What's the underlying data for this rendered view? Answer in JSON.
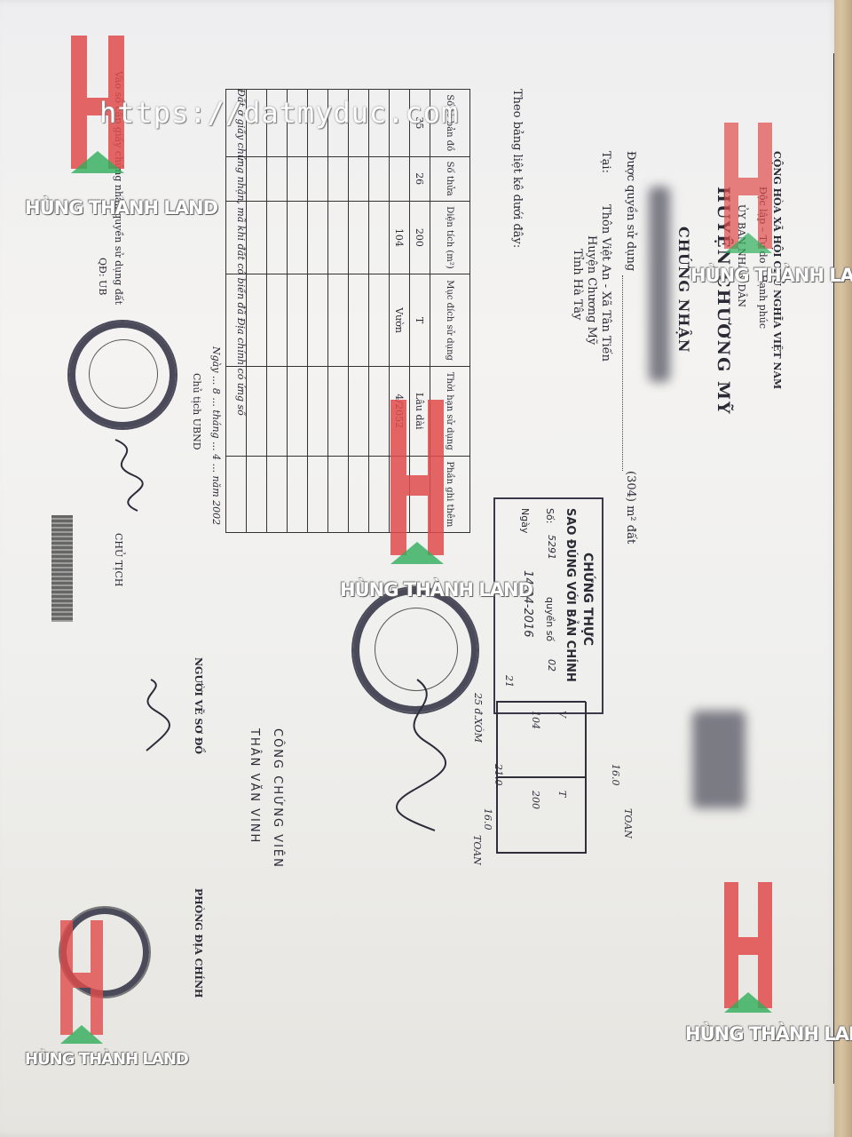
{
  "watermark": {
    "url": "https://datmyduc.com",
    "brand": "HÙNG THÀNH LAND"
  },
  "document": {
    "country_line1": "CỘNG HÒA XÃ HỘI CHỦ NGHĨA VIỆT NAM",
    "country_line2": "Độc lập – Tự do – Hạnh phúc",
    "committee": "ỦY BAN NHÂN DÂN",
    "district": "HUYỆN CHƯƠNG MỸ",
    "title": "CHỨNG NHẬN",
    "usage_label": "Được quyền sử dụng",
    "area_value": "(304) m² đất",
    "at_label": "Tại:",
    "address_line1": "Thôn Việt An - Xã Tân Tiến",
    "address_line2": "Huyện Chương Mỹ",
    "address_line3": "Tỉnh Hà Tây",
    "list_note": "Theo bảng liệt kê dưới đây:",
    "table_headers": [
      "Số tờ bản đồ",
      "Số thửa",
      "Diện tích (m²)",
      "Mục đích sử dụng",
      "Thời hạn sử dụng",
      "Phần ghi thêm"
    ],
    "table_rows": [
      [
        "35",
        "26",
        "200",
        "T",
        "Lâu dài",
        ""
      ],
      [
        "",
        "",
        "104",
        "Vườn",
        "4/2052",
        ""
      ]
    ],
    "footer_note": "Đất ở giấy chứng nhận, mã khi đất có biến đã Địa chính có ứng số",
    "date_line": "Ngày ... 8 ... tháng ... 4 ... năm 2002",
    "signer_role": "Chủ tịch UBND",
    "signer_name_label": "CHỦ TỊCH",
    "surveyor_label": "NGƯỜI VẼ SƠ ĐỒ",
    "land_office_label": "PHÒNG ĐỊA CHÍNH",
    "notary_line1": "CÔNG CHỨNG VIÊN",
    "notary_line2": "THÂN VĂN VINH",
    "side_note": "Vào sổ cấp giấy chứng nhận quyền sử dụng đất",
    "side_note2": "QĐ: UB"
  },
  "certification": {
    "line1": "CHỨNG THỰC",
    "line2": "SAO ĐÚNG VỚI BẢN CHÍNH",
    "number_label": "Số:",
    "number_value": "5291",
    "book_label": "quyển số",
    "book_value": "02",
    "date_label": "Ngày",
    "date_value": "14-04-2016"
  },
  "sketch": {
    "top_label": "16.0",
    "side_label": "TOAN",
    "v_label": "V",
    "t_label": "T",
    "area_a": "104",
    "area_b": "200",
    "left_num": "21",
    "mid_num": "21.0",
    "bottom_label": "16.0",
    "bottom_side": "TOAN",
    "road_label": "25 đ.XÓM"
  }
}
